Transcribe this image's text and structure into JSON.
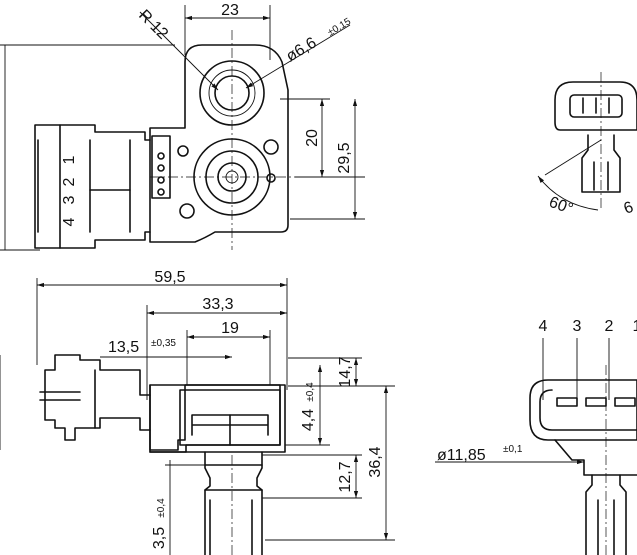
{
  "top_view": {
    "radius": "R 12",
    "width_top": "23",
    "hole_dia": "ø6,6",
    "hole_tol": "±0,15",
    "dim_20": "20",
    "dim_29_5": "29,5",
    "connector_pins": [
      "4",
      "3",
      "2",
      "1"
    ]
  },
  "side_view": {
    "overall_length": "59,5",
    "dim_33_3": "33,3",
    "dim_19": "19",
    "dim_13_5": "13,5",
    "dim_13_5_tol": "±0,35",
    "dim_14_7": "14,7",
    "dim_4_4": "4,4",
    "dim_4_4_tol": "±0,4",
    "dim_12_7": "12,7",
    "dim_36_4": "36,4",
    "dim_3_5": "3,5",
    "dim_3_5_tol": "±0,4"
  },
  "right_view": {
    "angle": "60°",
    "angle_partial": "6",
    "pin_labels": [
      "4",
      "3",
      "2",
      "1"
    ],
    "outer_dia": "ø11,85",
    "outer_dia_tol": "±0,1"
  }
}
